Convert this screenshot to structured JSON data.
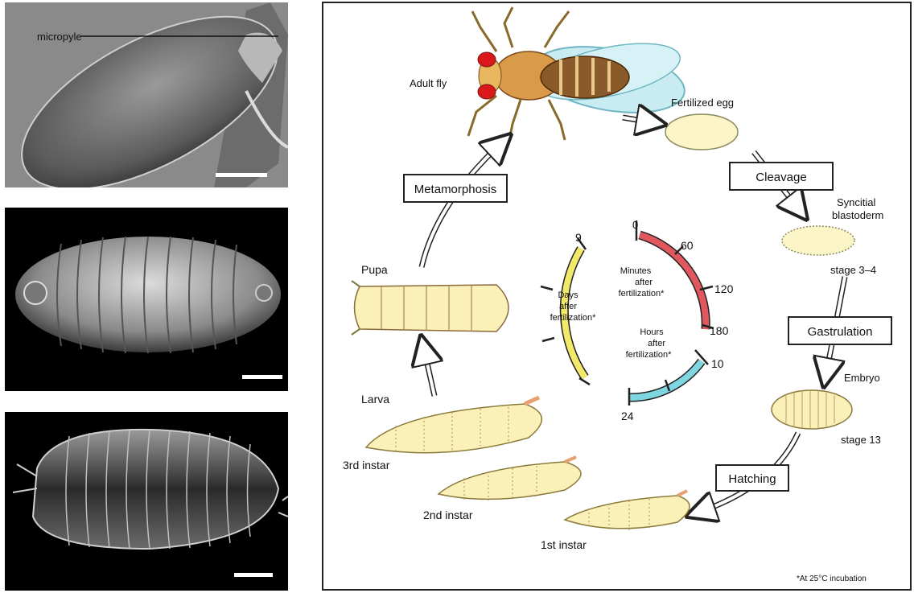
{
  "micrographs": {
    "egg_label": "micropyle"
  },
  "cycle": {
    "adult": "Adult fly",
    "egg": "Fertilized egg",
    "cleavage": "Cleavage",
    "syncitial_line1": "Syncitial",
    "syncitial_line2": "blastoderm",
    "stage34": "stage 3–4",
    "gastrulation": "Gastrulation",
    "embryo": "Embryo",
    "stage13": "stage 13",
    "hatching": "Hatching",
    "instar1": "1st instar",
    "instar2": "2nd instar",
    "instar3": "3rd instar",
    "larva": "Larva",
    "pupa": "Pupa",
    "metamorphosis": "Metamorphosis",
    "footnote": "*At 25°C incubation"
  },
  "timescale": {
    "minutes_line1": "Minutes",
    "minutes_line2": "after",
    "minutes_line3": "fertilization*",
    "min_0": "0",
    "min_60": "60",
    "min_120": "120",
    "min_180": "180",
    "hours_line1": "Hours",
    "hours_line2": "after",
    "hours_line3": "fertilization*",
    "hr_10": "10",
    "hr_24": "24",
    "days_line1": "Days",
    "days_line2": "after",
    "days_line3": "fertilization*",
    "day_9": "9",
    "colors": {
      "minutes": "#e0585e",
      "hours": "#7fd6e0",
      "days": "#f2e86a"
    }
  }
}
